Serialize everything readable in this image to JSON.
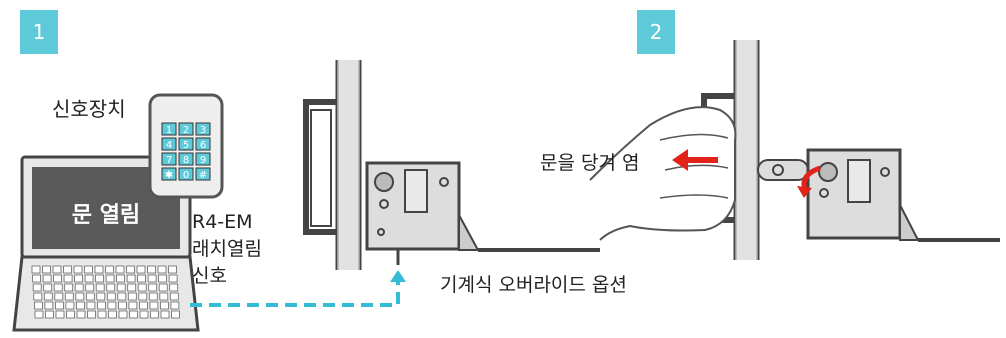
{
  "steps": [
    {
      "number": "1"
    },
    {
      "number": "2"
    }
  ],
  "labels": {
    "signal_device": "신호장치",
    "screen_text": "문 열림",
    "r4em_line1": "R4-EM",
    "r4em_line2": "래치열림",
    "r4em_line3": "신호",
    "mechanical_override": "기계식 오버라이드 옵션",
    "pull_to_open": "문을 당겨 염"
  },
  "keypad_keys": [
    "1",
    "2",
    "3",
    "4",
    "5",
    "6",
    "7",
    "8",
    "9",
    "✱",
    "0",
    "#"
  ],
  "colors": {
    "badge": "#5ec9d9",
    "signal_dashed": "#33bcd4",
    "arrow_red": "#e2231a",
    "laptop_screen": "#5a5a5a",
    "keypad_key": "#5ec9d9"
  }
}
